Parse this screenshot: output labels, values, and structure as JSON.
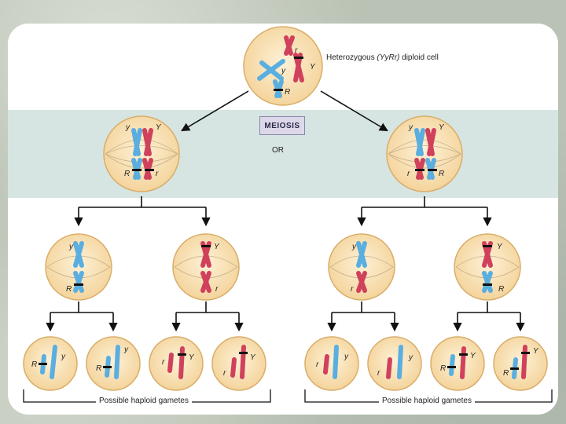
{
  "top_label": {
    "prefix": "Heterozygous ",
    "genotype": "(YyRr)",
    "suffix": " diploid cell"
  },
  "meiosis_label": "MEIOSIS",
  "or_label": "OR",
  "gametes_label_left": "Possible haploid gametes",
  "gametes_label_right": "Possible haploid gametes",
  "alleles": {
    "Y": "Y",
    "y": "y",
    "R": "R",
    "r": "r"
  },
  "colors": {
    "blue": "#5aaee0",
    "red": "#d0415c",
    "cell": "#f9e3b6",
    "cell_edge": "#d9ae6a",
    "band": "#d6e5e2"
  }
}
